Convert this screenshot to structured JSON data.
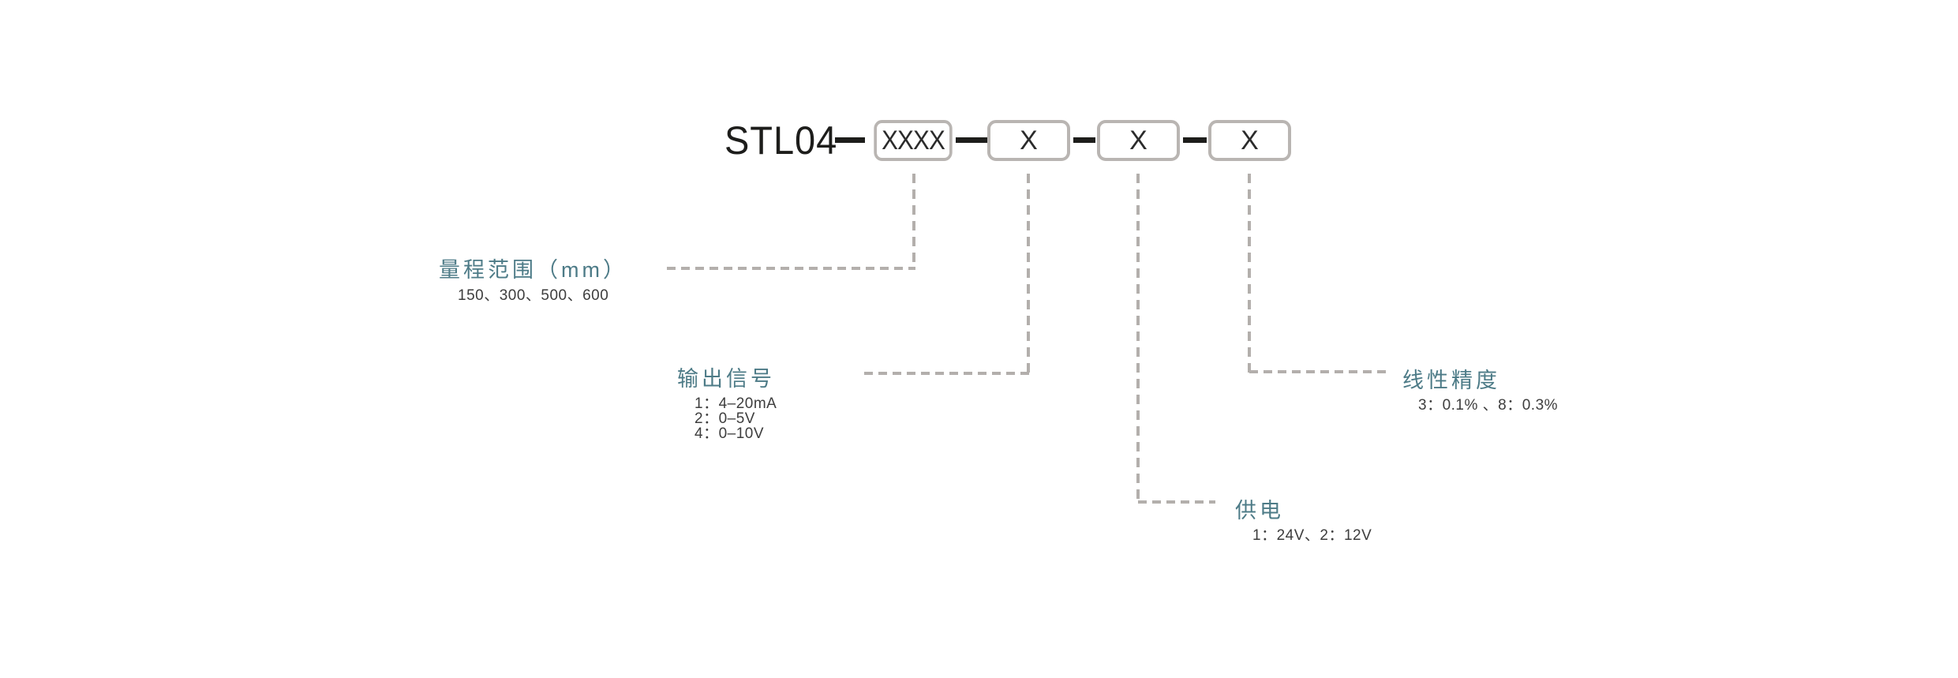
{
  "diagram": {
    "model_prefix": "STL04",
    "code_boxes": [
      "XXXX",
      "X",
      "X",
      "X"
    ],
    "callouts": [
      {
        "id": "measuring-range",
        "label": "量程范围（mm）",
        "values": [
          "150、300、500、600"
        ]
      },
      {
        "id": "output-signal",
        "label": "输出信号",
        "values": [
          "1：4–20mA",
          "2：0–5V",
          "4：0–10V"
        ]
      },
      {
        "id": "power-supply",
        "label": "供电",
        "values": [
          "1：24V、2：12V"
        ]
      },
      {
        "id": "linearity-accuracy",
        "label": "线性精度",
        "values": [
          "3：0.1% 、8：0.3%"
        ]
      }
    ]
  },
  "colors": {
    "label_teal": "#4d7b87",
    "dash_gray": "#b3afac",
    "box_border_gray": "#b9b5b2",
    "title_black": "#1d1d1b",
    "value_gray": "#3d3d3d",
    "background": "#ffffff"
  }
}
